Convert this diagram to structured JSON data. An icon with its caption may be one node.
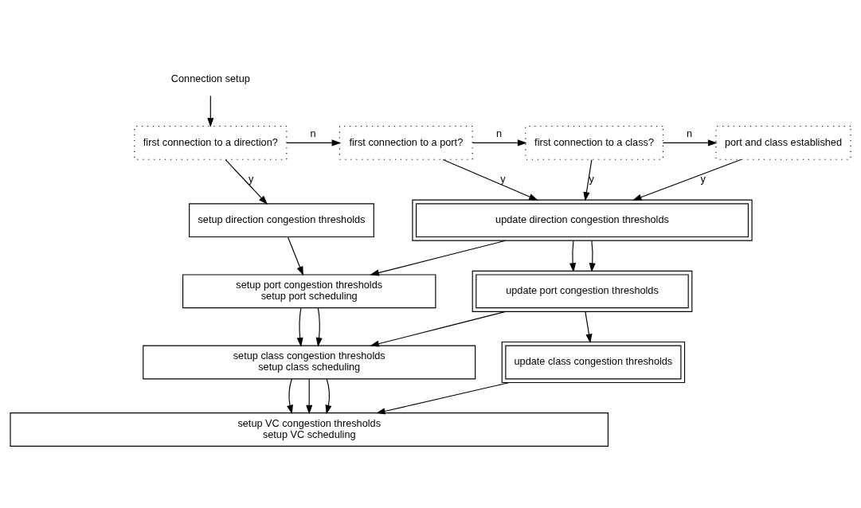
{
  "diagram": {
    "nodes": [
      {
        "text": [
          "Connection setup"
        ]
      },
      {
        "text": [
          "first connection to a direction?"
        ]
      },
      {
        "text": [
          "first connection to a port?"
        ]
      },
      {
        "text": [
          "first connection to a class?"
        ]
      },
      {
        "text": [
          "port and class established"
        ]
      },
      {
        "text": [
          "setup direction congestion thresholds"
        ]
      },
      {
        "text": [
          "update direction congestion thresholds"
        ]
      },
      {
        "text": [
          "setup port congestion thresholds",
          "setup port scheduling"
        ]
      },
      {
        "text": [
          "update port congestion thresholds"
        ]
      },
      {
        "text": [
          "setup class congestion thresholds",
          "setup class scheduling"
        ]
      },
      {
        "text": [
          "update class congestion thresholds"
        ]
      },
      {
        "text": [
          "setup VC congestion thresholds",
          "setup VC scheduling"
        ]
      }
    ],
    "edges": [
      {
        "from": 0,
        "to": 1,
        "arrow": "to"
      },
      {
        "from": 1,
        "to": 2,
        "arrow": "to",
        "label": "n"
      },
      {
        "from": 2,
        "to": 3,
        "arrow": "to",
        "label": "n"
      },
      {
        "from": 3,
        "to": 4,
        "arrow": "to",
        "label": "n"
      },
      {
        "from": 1,
        "to": 5,
        "arrow": "to",
        "label": "y"
      },
      {
        "from": 2,
        "to": 6,
        "arrow": "to",
        "label": "y"
      },
      {
        "from": 3,
        "to": 6,
        "arrow": "to",
        "label": "y"
      },
      {
        "from": 4,
        "to": 6,
        "arrow": "to",
        "label": "y"
      },
      {
        "from": 5,
        "to": 7,
        "arrow": "to"
      },
      {
        "from": 6,
        "to": 7,
        "arrow": "to"
      },
      {
        "from": 6,
        "to": 8,
        "arrow": "to"
      },
      {
        "from": 6,
        "to": 8,
        "arrow": "to"
      },
      {
        "from": 7,
        "to": 9,
        "arrow": "to"
      },
      {
        "from": 7,
        "to": 9,
        "arrow": "to"
      },
      {
        "from": 8,
        "to": 9,
        "arrow": "to"
      },
      {
        "from": 8,
        "to": 10,
        "arrow": "to"
      },
      {
        "from": 9,
        "to": 11,
        "arrow": "to"
      },
      {
        "from": 9,
        "to": 11,
        "arrow": "to"
      },
      {
        "from": 9,
        "to": 11,
        "arrow": "to"
      },
      {
        "from": 10,
        "to": 11,
        "arrow": "to"
      }
    ]
  }
}
